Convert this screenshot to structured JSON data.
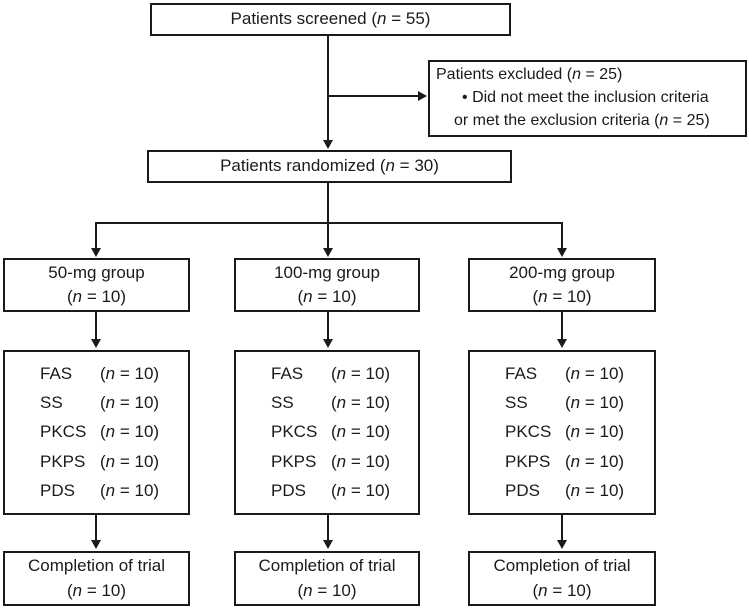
{
  "n_notation": {
    "open": "(",
    "var": "n",
    "eq": " = ",
    "close": ")"
  },
  "flow": {
    "screened": {
      "label": "Patients screened",
      "n": "55"
    },
    "randomized": {
      "label": "Patients randomized",
      "n": "30"
    },
    "excluded": {
      "label": "Patients excluded",
      "n": "25",
      "bullet": "•",
      "reason_line1": "Did not meet the inclusion criteria",
      "reason_line2": "or met the exclusion criteria",
      "reason_n": "25"
    },
    "columns": [
      {
        "group": {
          "label": "50-mg group",
          "n": "10"
        },
        "analysis": [
          {
            "label": "FAS",
            "n": "10"
          },
          {
            "label": "SS",
            "n": "10"
          },
          {
            "label": "PKCS",
            "n": "10"
          },
          {
            "label": "PKPS",
            "n": "10"
          },
          {
            "label": "PDS",
            "n": "10"
          }
        ],
        "completion": {
          "label": "Completion of trial",
          "n": "10"
        }
      },
      {
        "group": {
          "label": "100-mg group",
          "n": "10"
        },
        "analysis": [
          {
            "label": "FAS",
            "n": "10"
          },
          {
            "label": "SS",
            "n": "10"
          },
          {
            "label": "PKCS",
            "n": "10"
          },
          {
            "label": "PKPS",
            "n": "10"
          },
          {
            "label": "PDS",
            "n": "10"
          }
        ],
        "completion": {
          "label": "Completion of trial",
          "n": "10"
        }
      },
      {
        "group": {
          "label": "200-mg group",
          "n": "10"
        },
        "analysis": [
          {
            "label": "FAS",
            "n": "10"
          },
          {
            "label": "SS",
            "n": "10"
          },
          {
            "label": "PKCS",
            "n": "10"
          },
          {
            "label": "PKPS",
            "n": "10"
          },
          {
            "label": "PDS",
            "n": "10"
          }
        ],
        "completion": {
          "label": "Completion of trial",
          "n": "10"
        }
      }
    ]
  },
  "colors": {
    "ink": "#1a1a1a",
    "background": "#ffffff"
  }
}
